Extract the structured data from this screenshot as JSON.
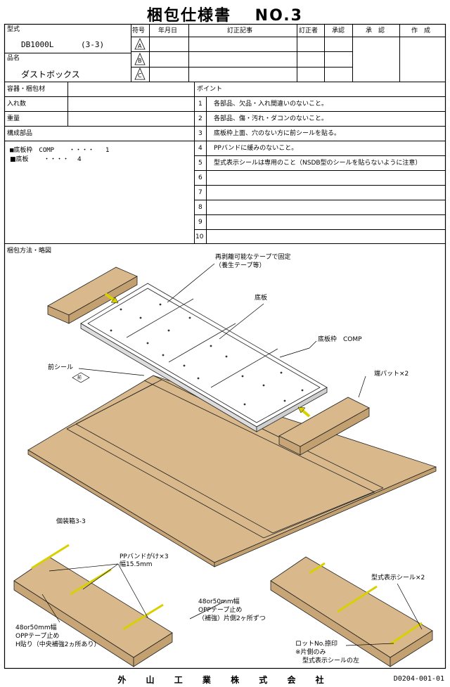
{
  "title": "梱包仕様書　 NO.3",
  "header": {
    "model_label": "型式",
    "model_value": "DB1000L",
    "model_sub": "(3-3)",
    "product_label": "品名",
    "product_value": "ダストボックス",
    "rev_cols": [
      "符号",
      "年月日",
      "訂正記事",
      "訂正者",
      "承認"
    ],
    "rev_marks": [
      "A",
      "B",
      "C"
    ],
    "approve_label": "承　認",
    "create_label": "作　成"
  },
  "left_rows": [
    "容器・梱包材",
    "入れ数",
    "重量",
    "構成部品"
  ],
  "parts": [
    {
      "name": "■底板枠　COMP",
      "dots": "・・・・",
      "qty": "1"
    },
    {
      "name": "■底板",
      "dots": "・・・・",
      "qty": "4"
    }
  ],
  "points_header": "ポイント",
  "points": [
    {
      "no": "1",
      "text": "各部品、欠品・入れ間違いのないこと。"
    },
    {
      "no": "2",
      "text": "各部品、傷・汚れ・ダコンのないこと。"
    },
    {
      "no": "3",
      "text": "底板枠上面、穴のない方に前シールを貼る。"
    },
    {
      "no": "4",
      "text": "PPバンドに緩みのないこと。"
    },
    {
      "no": "5",
      "text": "型式表示シールは専用のこと（NSDB型のシールを貼らないように注意）"
    },
    {
      "no": "6",
      "text": ""
    },
    {
      "no": "7",
      "text": ""
    },
    {
      "no": "8",
      "text": ""
    },
    {
      "no": "9",
      "text": ""
    },
    {
      "no": "10",
      "text": ""
    }
  ],
  "drawing": {
    "section_label": "梱包方法・略図",
    "tape_note_1": "再剥離可能なテープで固定",
    "tape_note_2": "（養生テープ等）",
    "bottom_plate": "底板",
    "frame": "底板枠　COMP",
    "front_seal": "前シール",
    "seal_mark": "前",
    "end_pad": "端パット×2",
    "box": "個装箱3-3",
    "pp_band_1": "PPバンドがけ×3",
    "pp_band_2": "幅15.5mm",
    "opp_mid_1": "48or50mm幅",
    "opp_mid_2": "OPPテープ止め",
    "opp_mid_3": "（補強）片側2ヶ所ずつ",
    "opp_left_1": "48or50mm幅",
    "opp_left_2": "OPPテープ止め",
    "opp_left_3": "H貼り（中央補強2ヵ所あり）",
    "model_seal": "型式表示シール×2",
    "lot_1": "ロットNo.捺印",
    "lot_2": "※片側のみ",
    "lot_3": "型式表示シールの左"
  },
  "footer": {
    "company": "外 山 工 業 株 式 会 社",
    "code": "D0204-001-01"
  },
  "colors": {
    "cardboard": "#d9b98c",
    "cardboard_dark": "#c8a577",
    "band": "#d8d000"
  }
}
